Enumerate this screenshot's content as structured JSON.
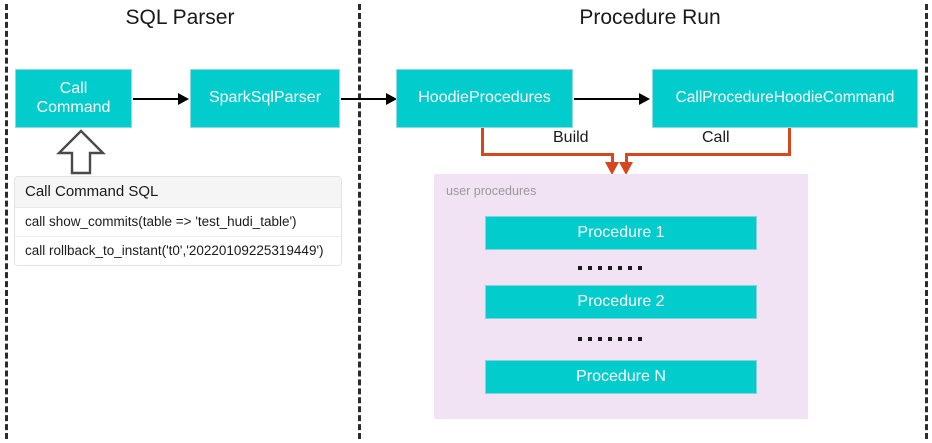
{
  "diagram": {
    "title_left": "SQL Parser",
    "title_right": "Procedure Run"
  },
  "sql_parser": {
    "boxes": [
      {
        "label_line1": "Call",
        "label_line2": "Command"
      },
      {
        "label": "SparkSqlParser"
      }
    ],
    "sql_table": {
      "header": "Call Command SQL",
      "rows": [
        "call show_commits(table => 'test_hudi_table')",
        "call rollback_to_instant('t0','20220109225319449')"
      ]
    }
  },
  "procedure_run": {
    "boxes": [
      {
        "label": "HoodieProcedures"
      },
      {
        "label": "CallProcedureHoodieCommand"
      }
    ],
    "connector_labels": {
      "build": "Build",
      "call": "Call"
    },
    "user_procedures": {
      "label": "user procedures",
      "items": [
        {
          "label": "Procedure 1"
        },
        {
          "label": "Procedure 2"
        },
        {
          "label": "Procedure N"
        }
      ]
    }
  },
  "colors": {
    "box_fill": "#03CCCC",
    "panel_fill": "#F1E2F4",
    "connector": "#D8471B",
    "arrow": "#000000",
    "divider": "#2b2b2b"
  }
}
